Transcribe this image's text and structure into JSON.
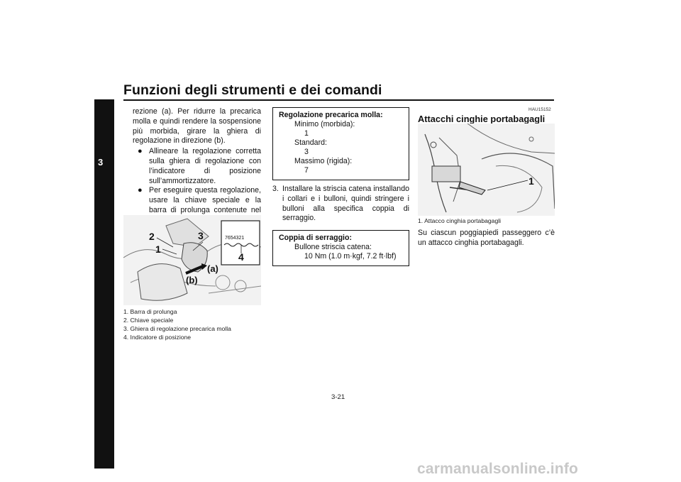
{
  "header": {
    "title": "Funzioni degli strumenti e dei comandi"
  },
  "chapter_tab": {
    "number": "3"
  },
  "left_column": {
    "paragraph": "rezione (a). Per ridurre la precarica molla e quindi rendere la sospensione più morbida, girare la ghiera di regolazione in direzione (b).",
    "bullets": [
      "Allineare la regolazione corretta sulla ghiera di regolazione con l’indicatore di posizione sull’ammortizzatore.",
      "Per eseguire questa regolazione, usare la chiave speciale e la barra di prolunga contenute nel kit attrezzi."
    ],
    "figure_labels": [
      "1",
      "2",
      "3",
      "4",
      "(a)",
      "(b)"
    ],
    "scale_digits": "7654321",
    "captions": [
      "1. Barra di prolunga",
      "2. Chiave speciale",
      "3. Ghiera di regolazione precarica molla",
      "4. Indicatore di posizione"
    ]
  },
  "middle_column": {
    "preload_box": {
      "title": "Regolazione precarica molla:",
      "min_label": "Minimo (morbida):",
      "min_value": "1",
      "std_label": "Standard:",
      "std_value": "3",
      "max_label": "Massimo (rigida):",
      "max_value": "7"
    },
    "step": {
      "number": "3.",
      "text": "Installare la striscia catena installando i collari e i bulloni, quindi stringere i bulloni alla specifica coppia di serraggio."
    },
    "torque_box": {
      "title": "Coppia di serraggio:",
      "item": "Bullone striscia catena:",
      "value": "10 Nm (1.0 m·kgf, 7.2 ft·lbf)"
    }
  },
  "right_column": {
    "code": "HAU15152",
    "heading": "Attacchi cinghie portabagagli",
    "figure_label": "1",
    "caption": "1. Attacco cinghia portabagagli",
    "paragraph": "Su ciascun poggiapiedi passeggero c’è un attacco cinghia portabagagli."
  },
  "footer": {
    "page_number": "3-21"
  },
  "watermark": {
    "text": "carmanualsonline.info"
  }
}
